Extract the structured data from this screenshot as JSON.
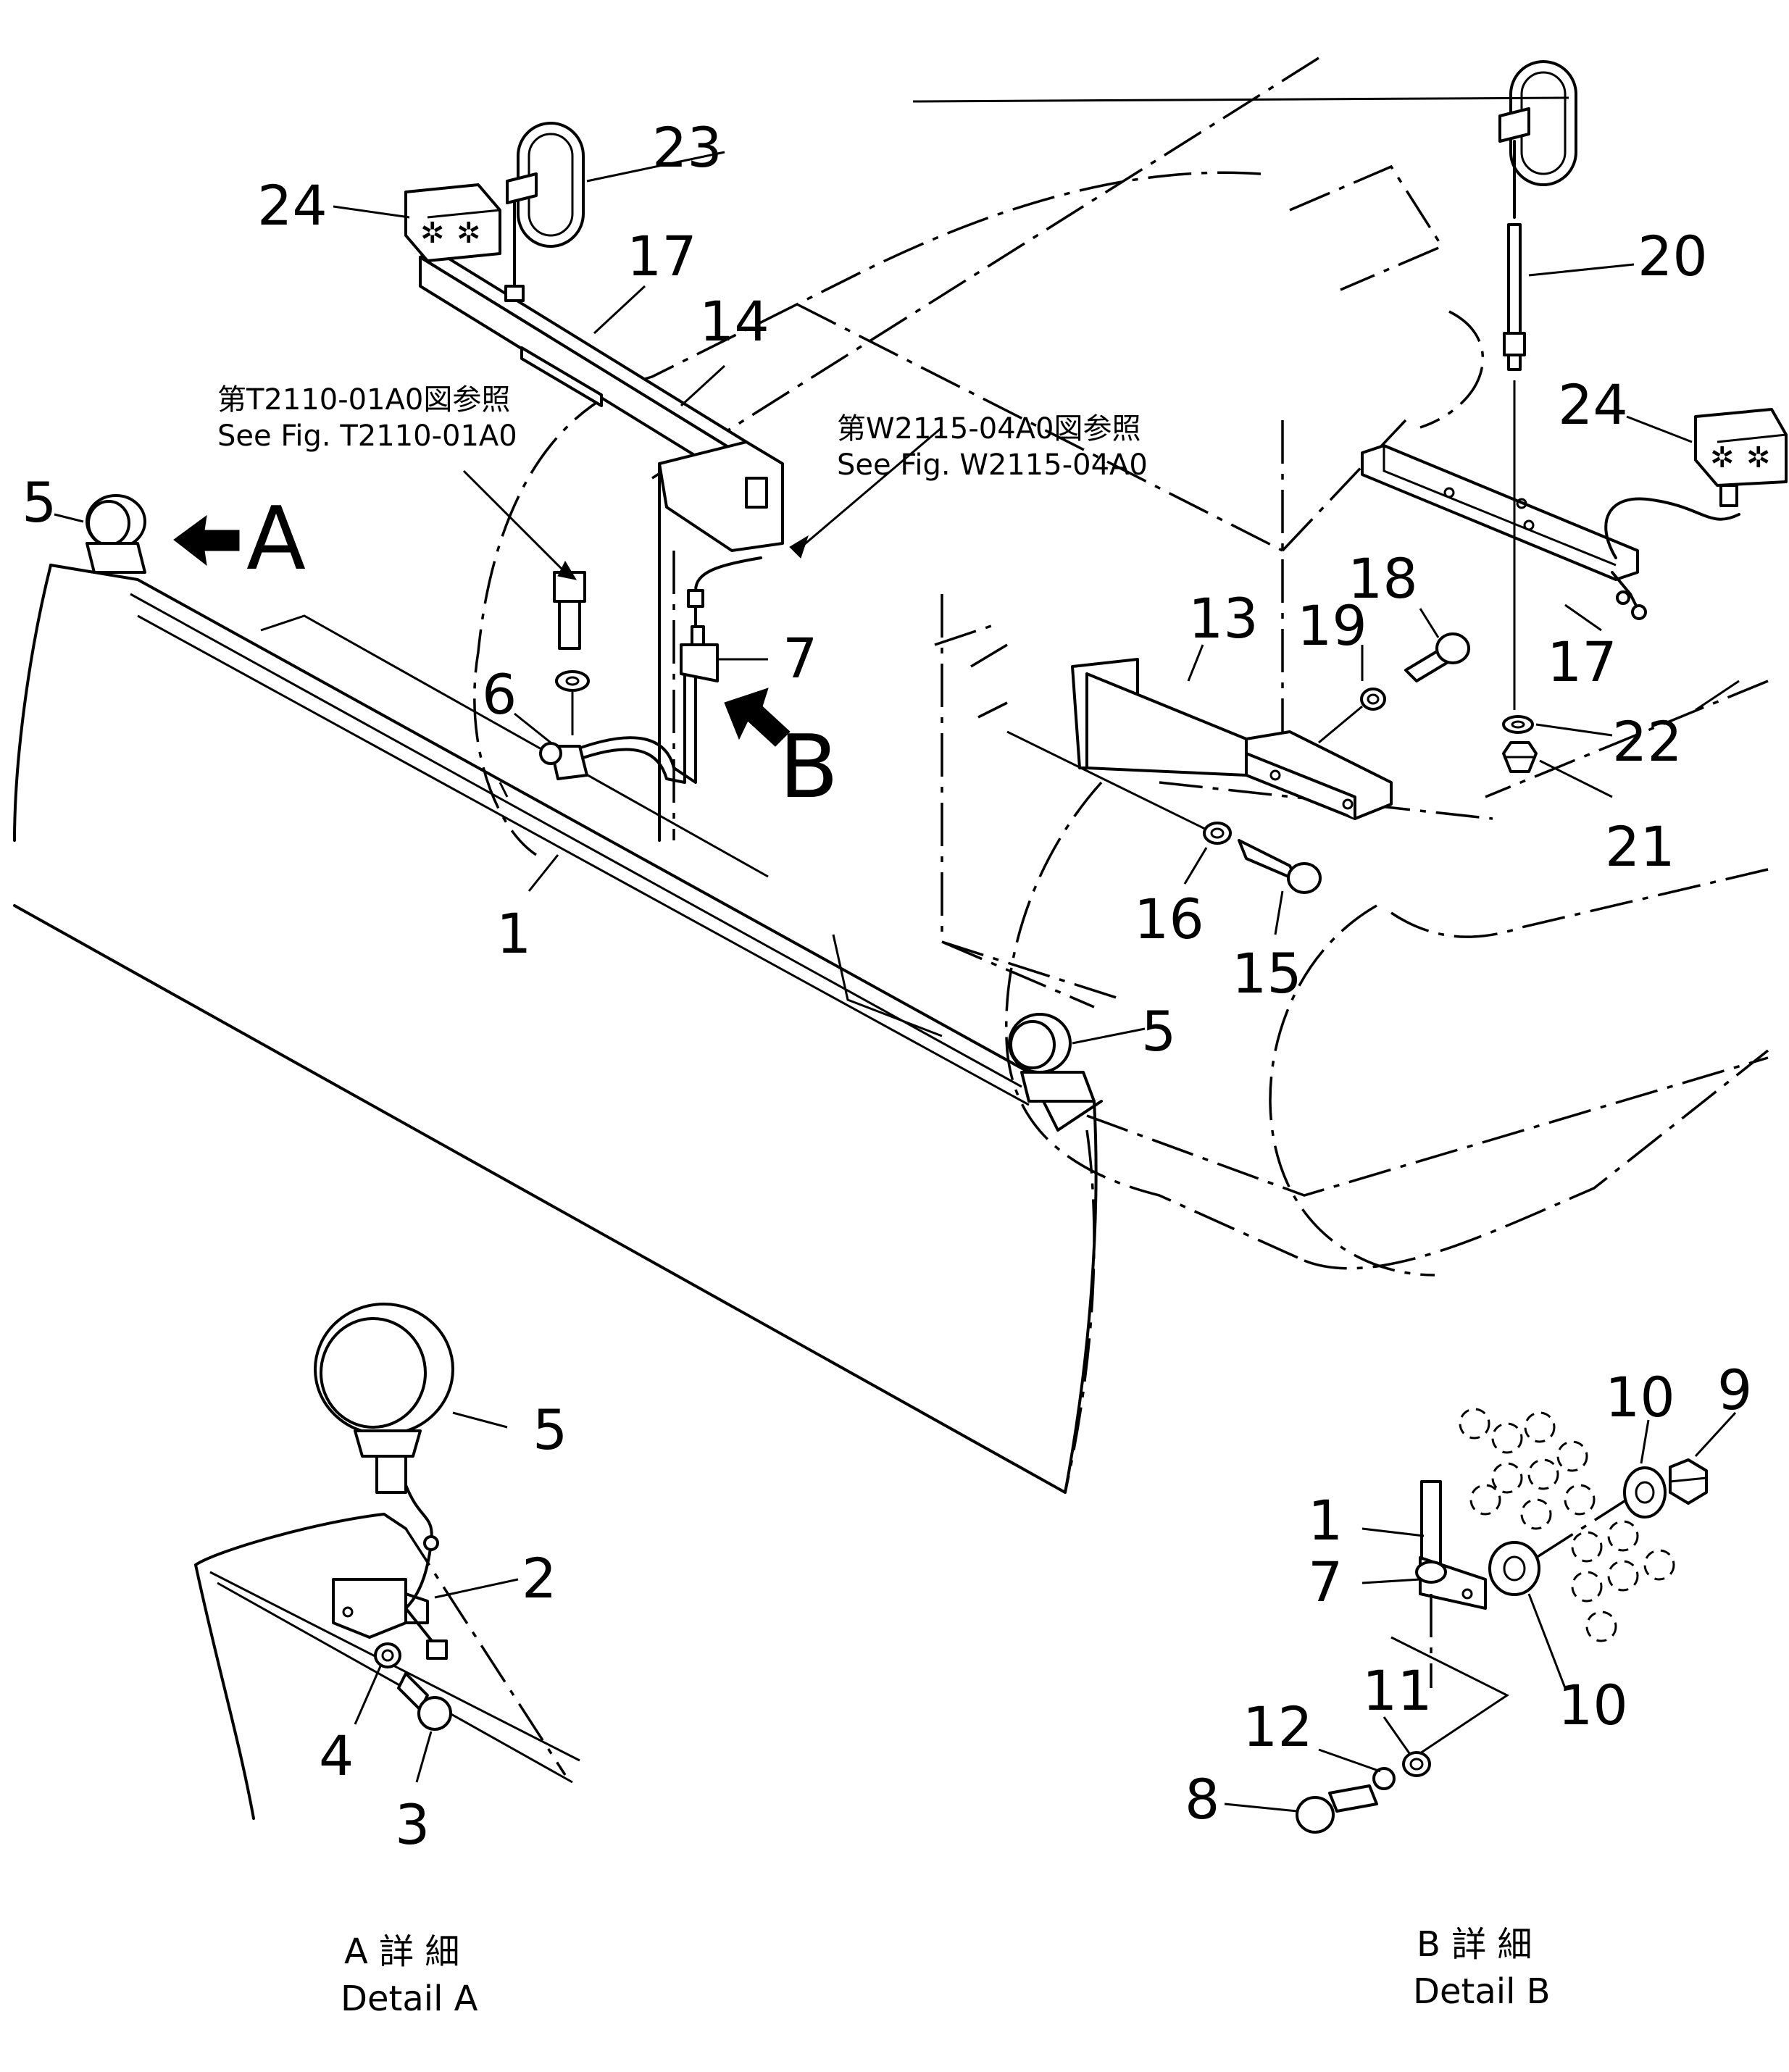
{
  "references": [
    {
      "id": "ref-t2110",
      "jp": "第T2110-01A0図参照",
      "en": "See Fig. T2110-01A0"
    },
    {
      "id": "ref-w2115",
      "jp": "第W2115-04A0図参照",
      "en": "See Fig. W2115-04A0"
    }
  ],
  "arrows": {
    "a": "A",
    "b": "B"
  },
  "details": {
    "a": {
      "jp": "A 詳 細",
      "en": "Detail A"
    },
    "b": {
      "jp": "B 詳 細",
      "en": "Detail B"
    }
  },
  "callouts": {
    "main": [
      "23",
      "24",
      "17",
      "14",
      "5",
      "20",
      "24",
      "17",
      "22",
      "21",
      "13",
      "19",
      "18",
      "7",
      "6",
      "1",
      "16",
      "15",
      "5"
    ],
    "detail_a": [
      "5",
      "2",
      "4",
      "3"
    ],
    "detail_b": [
      "10",
      "9",
      "1",
      "7",
      "10",
      "11",
      "12",
      "8"
    ]
  }
}
